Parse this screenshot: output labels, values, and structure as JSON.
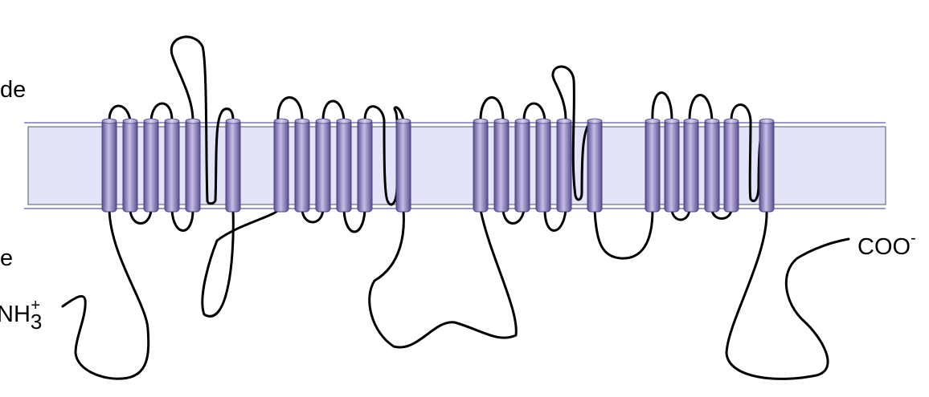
{
  "labels": {
    "outside": "de",
    "inside": "e",
    "n_terminus_main": "NH",
    "n_terminus_sub": "3",
    "n_terminus_sup": "+",
    "c_terminus_main": "COO",
    "c_terminus_sup": "-"
  },
  "colors": {
    "membrane_fill": "#e4e4f8",
    "membrane_line": "#9898d8",
    "helix_dark": "#5a4f92",
    "helix_light": "#c6bee6",
    "loop_stroke": "#000000"
  }
}
